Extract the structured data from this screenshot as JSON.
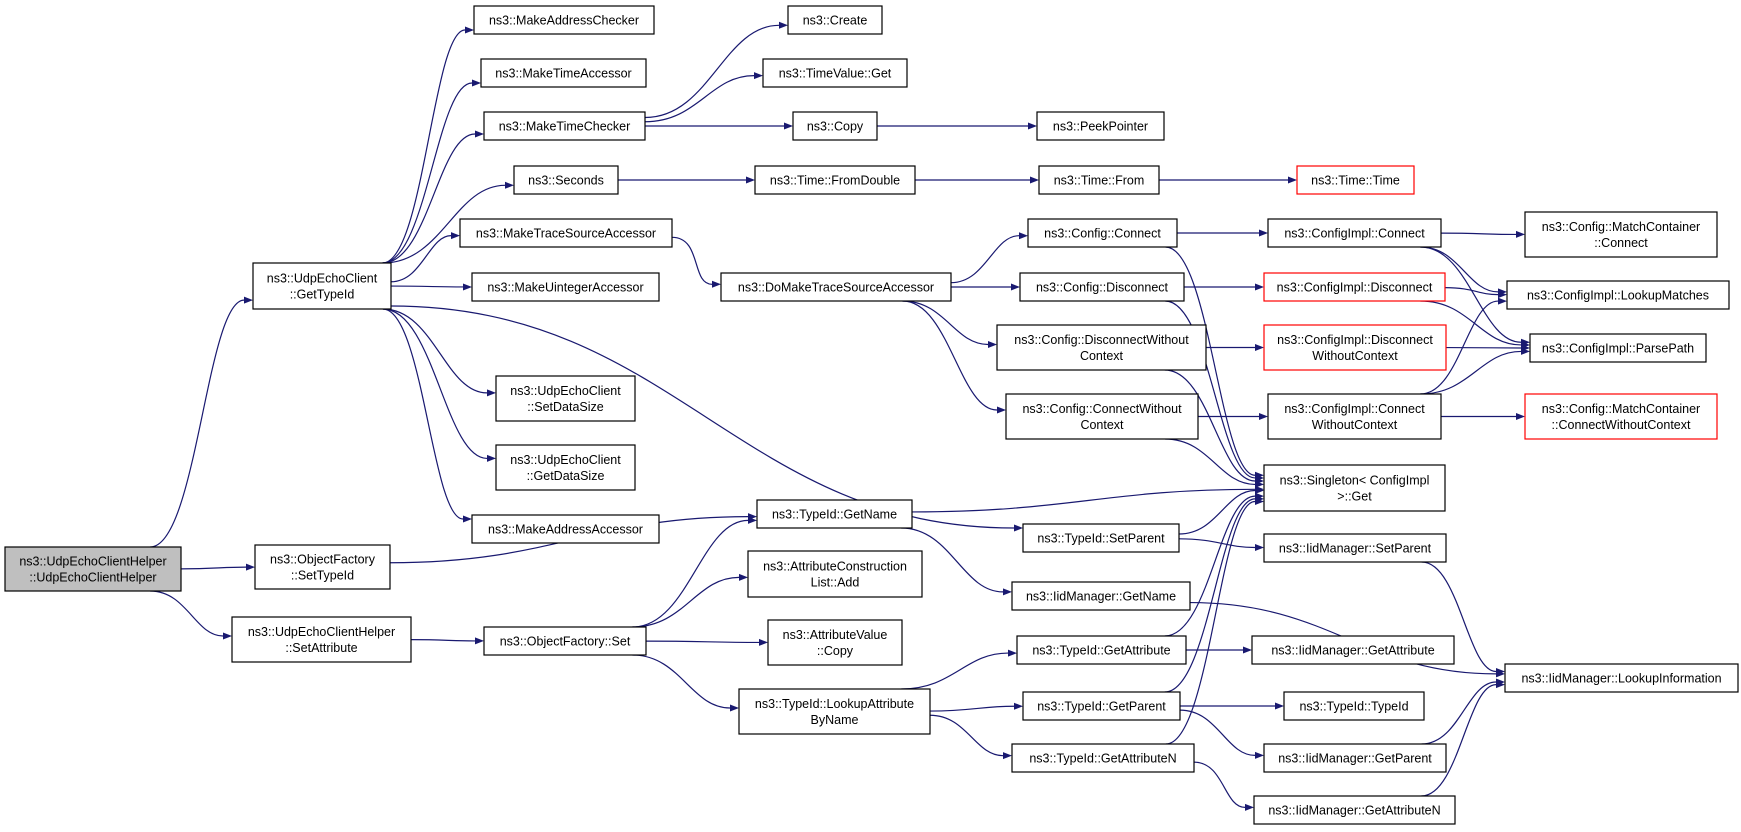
{
  "graph": {
    "edge_color": "#191970",
    "nodes": [
      {
        "id": "root",
        "lines": [
          "ns3::UdpEchoClientHelper",
          "::UdpEchoClientHelper"
        ],
        "style": "root"
      },
      {
        "id": "getTypeId",
        "lines": [
          "ns3::UdpEchoClient",
          "::GetTypeId"
        ]
      },
      {
        "id": "ofSetTypeId",
        "lines": [
          "ns3::ObjectFactory",
          "::SetTypeId"
        ]
      },
      {
        "id": "setAttribute",
        "lines": [
          "ns3::UdpEchoClientHelper",
          "::SetAttribute"
        ]
      },
      {
        "id": "makeAddressChecker",
        "lines": [
          "ns3::MakeAddressChecker"
        ]
      },
      {
        "id": "makeTimeAccessor",
        "lines": [
          "ns3::MakeTimeAccessor"
        ]
      },
      {
        "id": "makeTimeChecker",
        "lines": [
          "ns3::MakeTimeChecker"
        ]
      },
      {
        "id": "seconds",
        "lines": [
          "ns3::Seconds"
        ]
      },
      {
        "id": "makeTraceSourceAccessor",
        "lines": [
          "ns3::MakeTraceSourceAccessor"
        ]
      },
      {
        "id": "makeUintegerAccessor",
        "lines": [
          "ns3::MakeUintegerAccessor"
        ]
      },
      {
        "id": "setDataSize",
        "lines": [
          "ns3::UdpEchoClient",
          "::SetDataSize"
        ]
      },
      {
        "id": "getDataSize",
        "lines": [
          "ns3::UdpEchoClient",
          "::GetDataSize"
        ]
      },
      {
        "id": "makeAddressAccessor",
        "lines": [
          "ns3::MakeAddressAccessor"
        ]
      },
      {
        "id": "create",
        "lines": [
          "ns3::Create"
        ]
      },
      {
        "id": "timeValueGet",
        "lines": [
          "ns3::TimeValue::Get"
        ]
      },
      {
        "id": "copy",
        "lines": [
          "ns3::Copy"
        ]
      },
      {
        "id": "peekPointer",
        "lines": [
          "ns3::PeekPointer"
        ]
      },
      {
        "id": "fromDouble",
        "lines": [
          "ns3::Time::FromDouble"
        ]
      },
      {
        "id": "timeFrom",
        "lines": [
          "ns3::Time::From"
        ]
      },
      {
        "id": "timeTime",
        "lines": [
          "ns3::Time::Time"
        ],
        "style": "red"
      },
      {
        "id": "doMakeTSA",
        "lines": [
          "ns3::DoMakeTraceSourceAccessor"
        ]
      },
      {
        "id": "configConnect",
        "lines": [
          "ns3::Config::Connect"
        ]
      },
      {
        "id": "configDisconnect",
        "lines": [
          "ns3::Config::Disconnect"
        ]
      },
      {
        "id": "configDisconnectWC",
        "lines": [
          "ns3::Config::DisconnectWithout",
          "Context"
        ]
      },
      {
        "id": "configConnectWC",
        "lines": [
          "ns3::Config::ConnectWithout",
          "Context"
        ]
      },
      {
        "id": "implConnect",
        "lines": [
          "ns3::ConfigImpl::Connect"
        ]
      },
      {
        "id": "implDisconnect",
        "lines": [
          "ns3::ConfigImpl::Disconnect"
        ],
        "style": "red"
      },
      {
        "id": "implDisconnectWC",
        "lines": [
          "ns3::ConfigImpl::Disconnect",
          "WithoutContext"
        ],
        "style": "red"
      },
      {
        "id": "implConnectWC",
        "lines": [
          "ns3::ConfigImpl::Connect",
          "WithoutContext"
        ]
      },
      {
        "id": "matchConnect",
        "lines": [
          "ns3::Config::MatchContainer",
          "::Connect"
        ]
      },
      {
        "id": "lookupMatches",
        "lines": [
          "ns3::ConfigImpl::LookupMatches"
        ]
      },
      {
        "id": "parsePath",
        "lines": [
          "ns3::ConfigImpl::ParsePath"
        ]
      },
      {
        "id": "matchConnectWC",
        "lines": [
          "ns3::Config::MatchContainer",
          "::ConnectWithoutContext"
        ],
        "style": "red"
      },
      {
        "id": "singleton",
        "lines": [
          "ns3::Singleton< ConfigImpl",
          " >::Get"
        ]
      },
      {
        "id": "typeIdGetName",
        "lines": [
          "ns3::TypeId::GetName"
        ]
      },
      {
        "id": "typeIdSetParent",
        "lines": [
          "ns3::TypeId::SetParent"
        ]
      },
      {
        "id": "iidSetParent",
        "lines": [
          "ns3::IidManager::SetParent"
        ]
      },
      {
        "id": "attrConsAdd",
        "lines": [
          "ns3::AttributeConstruction",
          "List::Add"
        ]
      },
      {
        "id": "iidGetName",
        "lines": [
          "ns3::IidManager::GetName"
        ]
      },
      {
        "id": "ofSet",
        "lines": [
          "ns3::ObjectFactory::Set"
        ]
      },
      {
        "id": "attrValueCopy",
        "lines": [
          "ns3::AttributeValue",
          "::Copy"
        ]
      },
      {
        "id": "typeIdGetAttribute",
        "lines": [
          "ns3::TypeId::GetAttribute"
        ]
      },
      {
        "id": "iidGetAttribute",
        "lines": [
          "ns3::IidManager::GetAttribute"
        ]
      },
      {
        "id": "lookupInformation",
        "lines": [
          "ns3::IidManager::LookupInformation"
        ]
      },
      {
        "id": "lookupAttrByName",
        "lines": [
          "ns3::TypeId::LookupAttribute",
          "ByName"
        ]
      },
      {
        "id": "typeIdGetParent",
        "lines": [
          "ns3::TypeId::GetParent"
        ]
      },
      {
        "id": "typeIdTypeId",
        "lines": [
          "ns3::TypeId::TypeId"
        ]
      },
      {
        "id": "iidGetParent",
        "lines": [
          "ns3::IidManager::GetParent"
        ]
      },
      {
        "id": "typeIdGetAttributeN",
        "lines": [
          "ns3::TypeId::GetAttributeN"
        ]
      },
      {
        "id": "iidGetAttributeN",
        "lines": [
          "ns3::IidManager::GetAttributeN"
        ]
      }
    ],
    "edges": [
      [
        "root",
        "getTypeId"
      ],
      [
        "root",
        "ofSetTypeId"
      ],
      [
        "root",
        "setAttribute"
      ],
      [
        "getTypeId",
        "makeAddressChecker"
      ],
      [
        "getTypeId",
        "makeTimeAccessor"
      ],
      [
        "getTypeId",
        "makeTimeChecker"
      ],
      [
        "getTypeId",
        "seconds"
      ],
      [
        "getTypeId",
        "makeTraceSourceAccessor"
      ],
      [
        "getTypeId",
        "makeUintegerAccessor"
      ],
      [
        "getTypeId",
        "setDataSize"
      ],
      [
        "getTypeId",
        "getDataSize"
      ],
      [
        "getTypeId",
        "makeAddressAccessor"
      ],
      [
        "getTypeId",
        "typeIdSetParent"
      ],
      [
        "makeTimeChecker",
        "create"
      ],
      [
        "makeTimeChecker",
        "timeValueGet"
      ],
      [
        "makeTimeChecker",
        "copy"
      ],
      [
        "copy",
        "peekPointer"
      ],
      [
        "seconds",
        "fromDouble"
      ],
      [
        "fromDouble",
        "timeFrom"
      ],
      [
        "timeFrom",
        "timeTime"
      ],
      [
        "makeTraceSourceAccessor",
        "doMakeTSA"
      ],
      [
        "doMakeTSA",
        "configConnect"
      ],
      [
        "doMakeTSA",
        "configDisconnect"
      ],
      [
        "doMakeTSA",
        "configDisconnectWC"
      ],
      [
        "doMakeTSA",
        "configConnectWC"
      ],
      [
        "configConnect",
        "implConnect"
      ],
      [
        "configConnect",
        "singleton"
      ],
      [
        "configDisconnect",
        "implDisconnect"
      ],
      [
        "configDisconnect",
        "singleton"
      ],
      [
        "configDisconnectWC",
        "implDisconnectWC"
      ],
      [
        "configDisconnectWC",
        "singleton"
      ],
      [
        "configConnectWC",
        "implConnectWC"
      ],
      [
        "configConnectWC",
        "singleton"
      ],
      [
        "implConnect",
        "matchConnect"
      ],
      [
        "implConnect",
        "lookupMatches"
      ],
      [
        "implConnect",
        "parsePath"
      ],
      [
        "implDisconnect",
        "lookupMatches"
      ],
      [
        "implDisconnect",
        "parsePath"
      ],
      [
        "implDisconnectWC",
        "parsePath"
      ],
      [
        "implConnectWC",
        "lookupMatches"
      ],
      [
        "implConnectWC",
        "parsePath"
      ],
      [
        "implConnectWC",
        "matchConnectWC"
      ],
      [
        "ofSetTypeId",
        "typeIdGetName"
      ],
      [
        "typeIdGetName",
        "singleton"
      ],
      [
        "typeIdGetName",
        "iidGetName"
      ],
      [
        "typeIdSetParent",
        "singleton"
      ],
      [
        "typeIdSetParent",
        "iidSetParent"
      ],
      [
        "iidSetParent",
        "lookupInformation"
      ],
      [
        "iidGetName",
        "lookupInformation"
      ],
      [
        "setAttribute",
        "ofSet"
      ],
      [
        "ofSet",
        "typeIdGetName"
      ],
      [
        "ofSet",
        "attrConsAdd"
      ],
      [
        "ofSet",
        "attrValueCopy"
      ],
      [
        "ofSet",
        "lookupAttrByName"
      ],
      [
        "lookupAttrByName",
        "typeIdGetAttribute"
      ],
      [
        "lookupAttrByName",
        "typeIdGetParent"
      ],
      [
        "lookupAttrByName",
        "typeIdGetAttributeN"
      ],
      [
        "typeIdGetAttribute",
        "singleton"
      ],
      [
        "typeIdGetAttribute",
        "iidGetAttribute"
      ],
      [
        "typeIdGetParent",
        "singleton"
      ],
      [
        "typeIdGetParent",
        "typeIdTypeId"
      ],
      [
        "typeIdGetParent",
        "iidGetParent"
      ],
      [
        "typeIdGetAttributeN",
        "singleton"
      ],
      [
        "typeIdGetAttributeN",
        "iidGetAttributeN"
      ],
      [
        "iidGetParent",
        "lookupInformation"
      ],
      [
        "iidGetAttributeN",
        "lookupInformation"
      ]
    ]
  }
}
